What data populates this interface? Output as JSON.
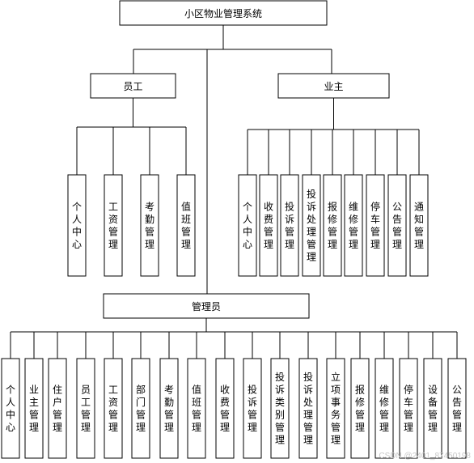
{
  "diagram": {
    "root": {
      "label": "小区物业管理系统"
    },
    "employee": {
      "label": "员工",
      "children": [
        "个人中心",
        "工资管理",
        "考勤管理",
        "值班管理"
      ]
    },
    "owner": {
      "label": "业主",
      "children": [
        "个人中心",
        "收费管理",
        "投诉管理",
        "投诉处理管理",
        "报修管理",
        "维修管理",
        "停车管理",
        "公告管理",
        "通知管理"
      ]
    },
    "admin": {
      "label": "管理员",
      "children": [
        "个人中心",
        "业主管理",
        "住户管理",
        "员工管理",
        "工资管理",
        "部门管理",
        "考勤管理",
        "值班管理",
        "收费管理",
        "投诉管理",
        "投诉类别管理",
        "投诉处理管理",
        "立项事务管理",
        "报修管理",
        "维修管理",
        "停车管理",
        "设备管理",
        "公告管理"
      ]
    },
    "colors": {
      "line": "#000000",
      "box_fill": "#ffffff",
      "text": "#000000"
    }
  },
  "watermark": "CSDN @2401_87450198"
}
